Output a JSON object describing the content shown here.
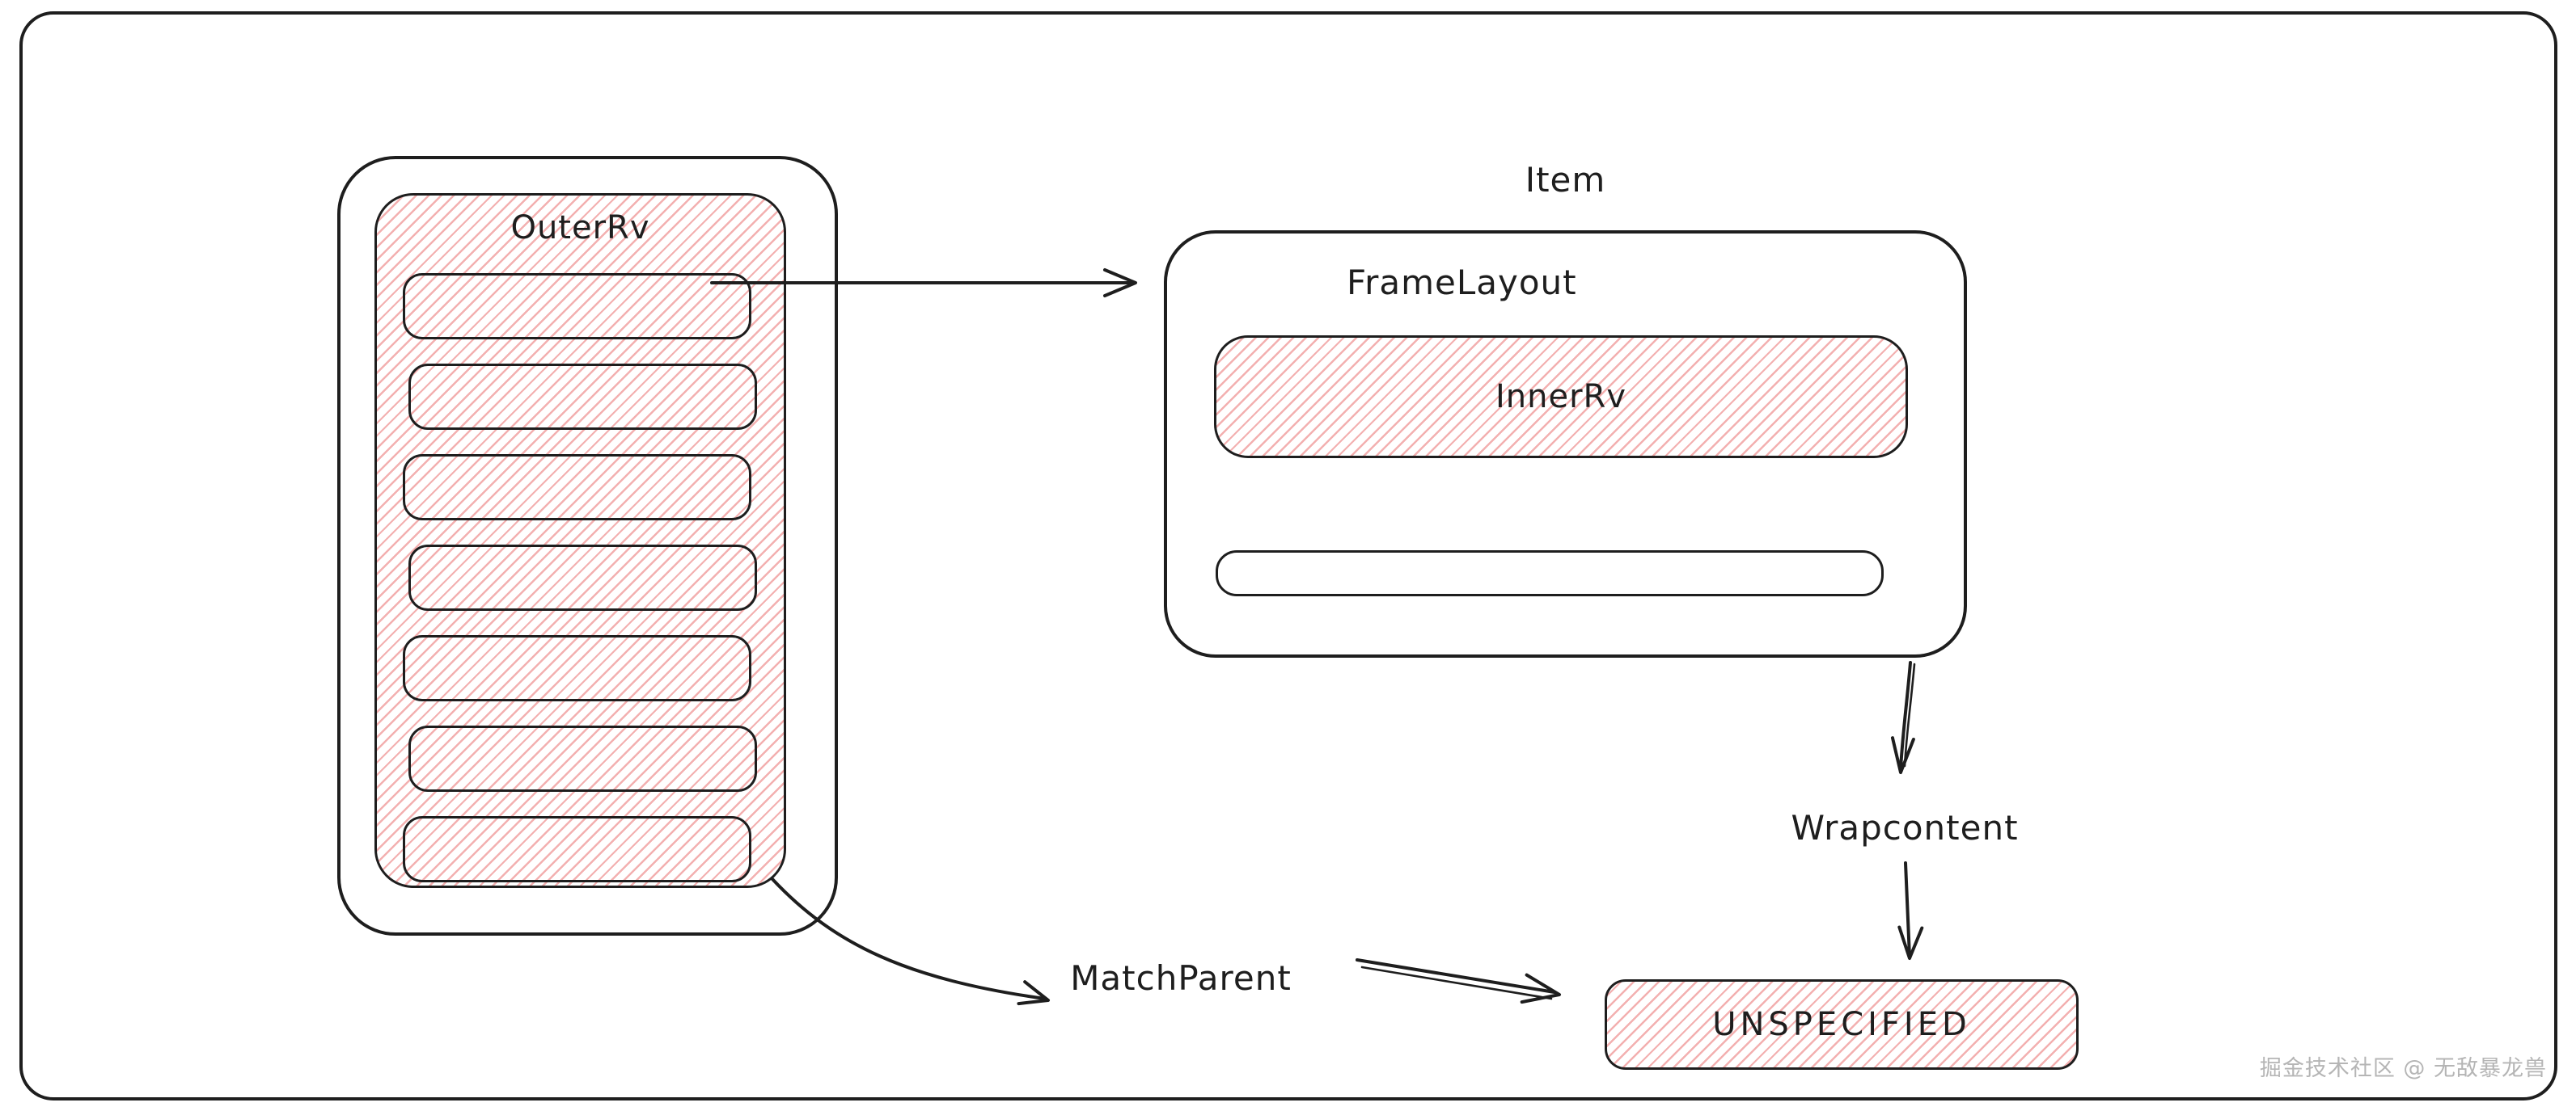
{
  "colors": {
    "stroke": "#1e1e1e",
    "hatch-line": "#f3b0b0",
    "watermark": "#b5b5b5",
    "canvas-bg": "#ffffff"
  },
  "diagram": {
    "outer_rv": {
      "label": "OuterRv",
      "row_count": 7
    },
    "item": {
      "title": "Item",
      "frame_layout_label": "FrameLayout",
      "inner_rv_label": "InnerRv"
    },
    "wrap_content_label": "Wrapcontent",
    "match_parent_label": "MatchParent",
    "unspecified_label": "UNSPECIFIED",
    "watermark": "掘金技术社区 @ 无敌暴龙兽"
  }
}
